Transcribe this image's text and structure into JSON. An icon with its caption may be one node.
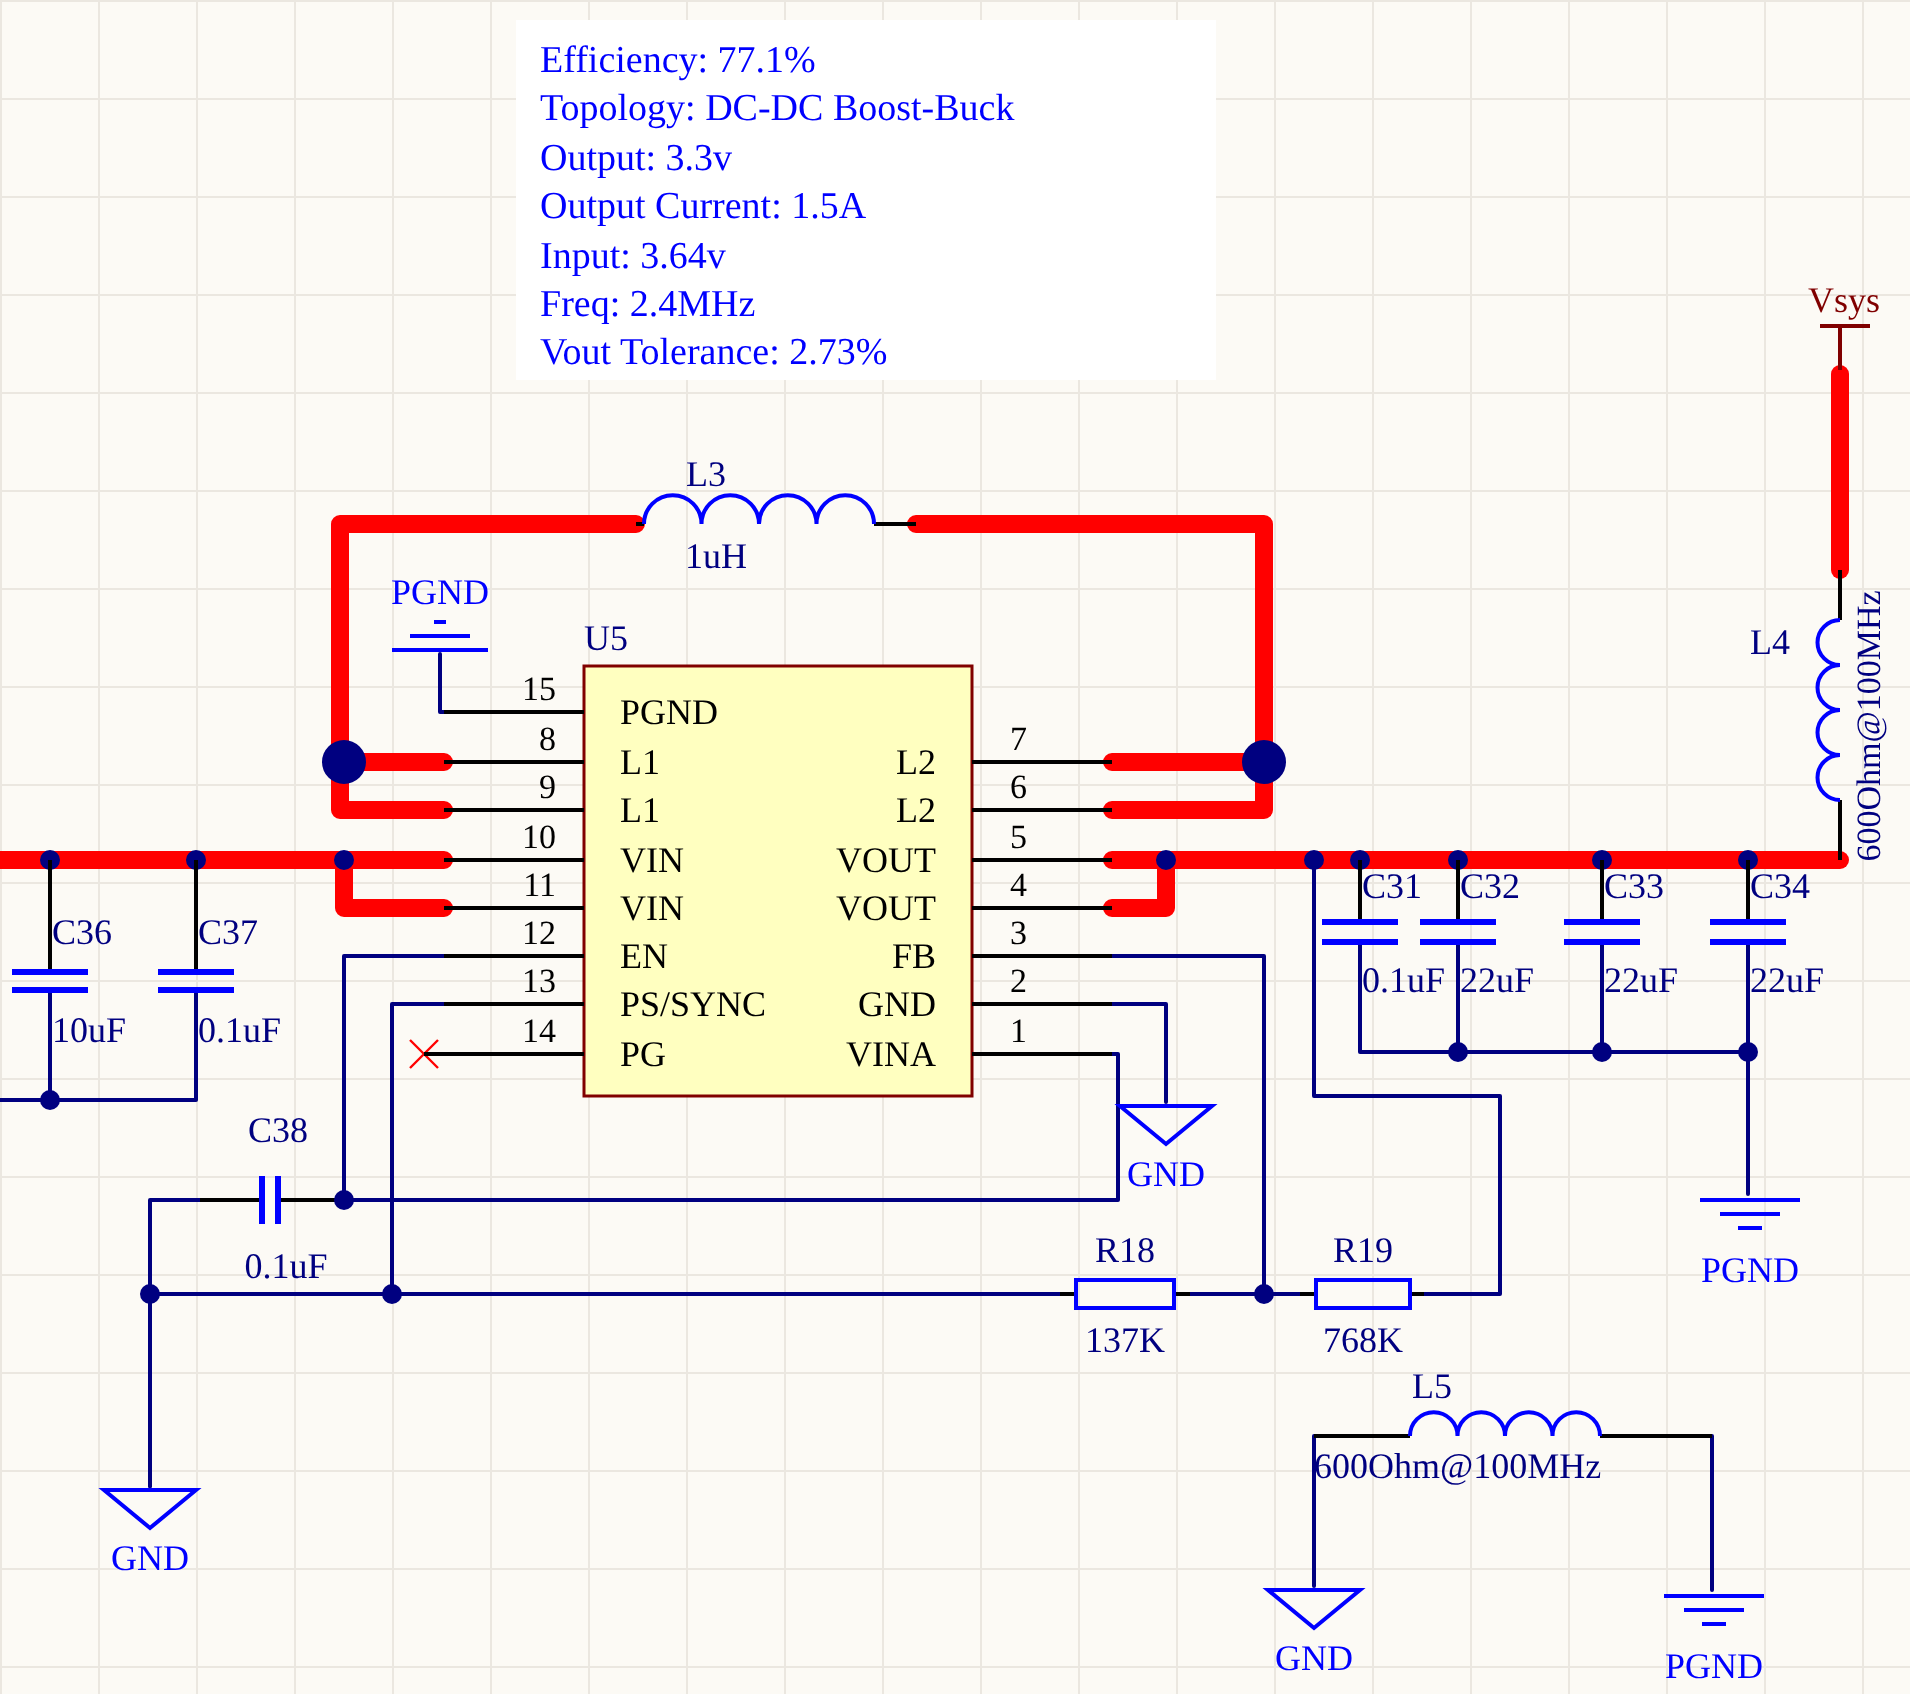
{
  "diagram": {
    "nodes": [
      {
        "text": [
          "U5",
          "PGND",
          "L1",
          "L1",
          "VIN",
          "VIN",
          "EN",
          "PS/SYNC",
          "PG",
          "L2",
          "L2",
          "VOUT",
          "VOUT",
          "FB",
          "GND",
          "VINA"
        ],
        "beside": [
          "15",
          "8",
          "9",
          "10",
          "11",
          "12",
          "13",
          "14",
          "7",
          "6",
          "5",
          "4",
          "3",
          "2",
          "1"
        ]
      },
      {
        "text": [
          "L3",
          "1uH"
        ]
      },
      {
        "text": [
          "L4",
          "600Ohm@100MHz"
        ]
      },
      {
        "text": [
          "Vsys"
        ]
      },
      {
        "text": [
          "PGND"
        ]
      },
      {
        "text": [
          "C36",
          "10uF"
        ]
      },
      {
        "text": [
          "C37",
          "0.1uF"
        ]
      },
      {
        "text": [
          "C31",
          "0.1uF"
        ]
      },
      {
        "text": [
          "C32",
          "22uF"
        ]
      },
      {
        "text": [
          "C33",
          "22uF"
        ]
      },
      {
        "text": [
          "C34",
          "22uF"
        ]
      },
      {
        "text": [
          "GND"
        ]
      },
      {
        "text": [
          "PGND"
        ]
      },
      {
        "text": [
          "C38",
          "0.1uF"
        ]
      },
      {
        "text": [
          "R18",
          "137K"
        ]
      },
      {
        "text": [
          "R19",
          "768K"
        ]
      },
      {
        "text": [
          "GND"
        ]
      },
      {
        "text": [
          "L5",
          "600Ohm@100MHz"
        ]
      },
      {
        "text": [
          "GND"
        ]
      },
      {
        "text": [
          "PGND"
        ]
      }
    ],
    "edges": [
      {
        "from": 1,
        "to": 0,
        "arrow": "none",
        "style": "thick",
        "color": "#ff0000"
      },
      {
        "from": 1,
        "to": 0,
        "arrow": "none",
        "style": "thick",
        "color": "#ff0000"
      },
      {
        "from": null,
        "to": 5,
        "arrow": "none",
        "style": "thick",
        "color": "#ff0000"
      },
      {
        "from": 5,
        "to": 6,
        "arrow": "none",
        "style": "thick",
        "color": "#ff0000"
      },
      {
        "from": 6,
        "to": 0,
        "arrow": "none",
        "style": "thick",
        "color": "#ff0000"
      },
      {
        "from": null,
        "to": 5,
        "arrow": "none"
      },
      {
        "from": 5,
        "to": 6,
        "arrow": "none"
      },
      {
        "from": 0,
        "to": 7,
        "arrow": "none",
        "style": "thick",
        "color": "#ff0000"
      },
      {
        "from": 7,
        "to": 8,
        "arrow": "none",
        "style": "thick",
        "color": "#ff0000"
      },
      {
        "from": 8,
        "to": 9,
        "arrow": "none",
        "style": "thick",
        "color": "#ff0000"
      },
      {
        "from": 9,
        "to": 10,
        "arrow": "none",
        "style": "thick",
        "color": "#ff0000"
      },
      {
        "from": 10,
        "to": 2,
        "arrow": "none",
        "style": "thick",
        "color": "#ff0000"
      },
      {
        "from": 2,
        "to": 3,
        "arrow": "none",
        "style": "thick",
        "color": "#ff0000"
      },
      {
        "from": 7,
        "to": 8,
        "arrow": "none"
      },
      {
        "from": 8,
        "to": 9,
        "arrow": "none"
      },
      {
        "from": 9,
        "to": 10,
        "arrow": "none"
      },
      {
        "from": 10,
        "to": 12,
        "arrow": "none"
      },
      {
        "from": 0,
        "to": 15,
        "arrow": "none"
      },
      {
        "from": 0,
        "to": 14,
        "arrow": "none"
      },
      {
        "from": 14,
        "to": 15,
        "arrow": "none"
      },
      {
        "from": 0,
        "to": 11,
        "arrow": "none"
      },
      {
        "from": 0,
        "to": 13,
        "arrow": "none"
      },
      {
        "from": 13,
        "to": 16,
        "arrow": "none"
      },
      {
        "from": 0,
        "to": 16,
        "arrow": "none"
      },
      {
        "from": 16,
        "to": 14,
        "arrow": "none"
      },
      {
        "from": 17,
        "to": 18,
        "arrow": "none"
      },
      {
        "from": 17,
        "to": 19,
        "arrow": "none"
      },
      {
        "from": 4,
        "to": 0,
        "arrow": "none"
      }
    ],
    "labels": [
      "Efficiency: 77.1%",
      "Topology: DC-DC Boost-Buck",
      "Output: 3.3v",
      "Output Current: 1.5A",
      "Input: 3.64v",
      "Freq: 2.4MHz",
      "Vout Tolerance: 2.73%"
    ]
  }
}
